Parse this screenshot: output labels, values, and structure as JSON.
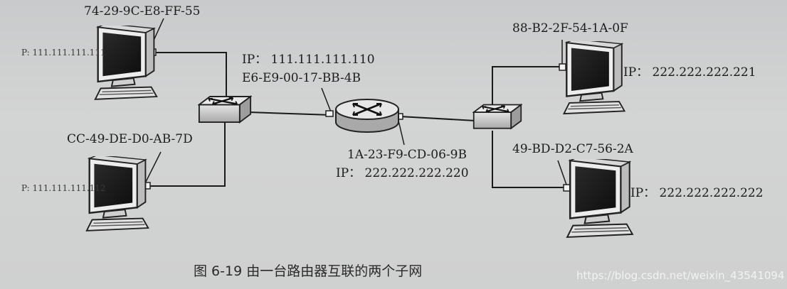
{
  "hosts": {
    "h1": {
      "mac": "74-29-9C-E8-FF-55",
      "ip": "P: 111.111.111.111"
    },
    "h2": {
      "mac": "CC-49-DE-D0-AB-7D",
      "ip": "P: 111.111.111.112"
    },
    "h3": {
      "mac": "88-B2-2F-54-1A-0F",
      "ip": "IP： 222.222.222.221"
    },
    "h4": {
      "mac": "49-BD-D2-C7-56-2A",
      "ip": "IP： 222.222.222.222"
    }
  },
  "router": {
    "left": {
      "ip": "IP： 111.111.111.110",
      "mac": "E6-E9-00-17-BB-4B"
    },
    "right": {
      "mac": "1A-23-F9-CD-06-9B",
      "ip": "IP： 222.222.222.220"
    }
  },
  "caption": "图 6-19    由一台路由器互联的两个子网",
  "watermark": "https://blog.csdn.net/weixin_43541094"
}
